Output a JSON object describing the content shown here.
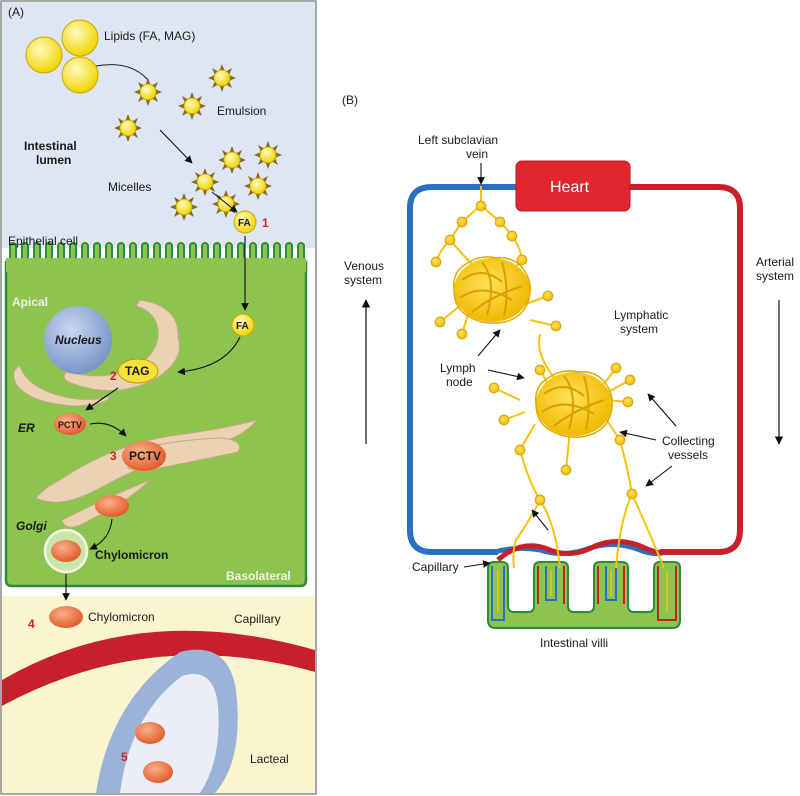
{
  "panel_a": {
    "label": "(A)",
    "lipids": "Lipids (FA, MAG)",
    "emulsion": "Emulsion",
    "lumen_line1": "Intestinal",
    "lumen_line2": "lumen",
    "micelles": "Micelles",
    "fa": "FA",
    "step1": "1",
    "epithelial_cell": "Epithelial cell",
    "apical": "Apical",
    "nucleus": "Nucleus",
    "fa2": "FA",
    "tag": "TAG",
    "step2": "2",
    "er": "ER",
    "pctv_small": "PCTV",
    "pctv_big": "PCTV",
    "step3": "3",
    "golgi": "Golgi",
    "chylomicron_cell": "Chylomicron",
    "basolateral": "Basolateral",
    "step4": "4",
    "chylomicron_out": "Chylomicron",
    "capillary": "Capillary",
    "step5": "5",
    "lacteal": "Lacteal"
  },
  "panel_b": {
    "label": "(B)",
    "left_subclavian_line1": "Left subclavian",
    "left_subclavian_line2": "vein",
    "heart": "Heart",
    "venous_line1": "Venous",
    "venous_line2": "system",
    "arterial_line1": "Arterial",
    "arterial_line2": "system",
    "lymphatic_line1": "Lymphatic",
    "lymphatic_line2": "system",
    "lymph_line1": "Lymph",
    "lymph_line2": "node",
    "collecting_line1": "Collecting",
    "collecting_line2": "vessels",
    "capillary": "Capillary",
    "villi": "Intestinal villi"
  },
  "colors": {
    "lumen_bg": "#dde6f2",
    "cell_green": "#8cc44f",
    "cell_border": "#2e8b3a",
    "er_tan": "#ead2b4",
    "nucleus": "#8fa9d6",
    "artery_red": "#c8202a",
    "vein_blue": "#2a6fc0",
    "lymph_yellow": "#f2c40f",
    "plasma_yellow": "#fbf5cf",
    "lacteal_blue": "#9bb3d8",
    "particle_orange": "#ec6b3a"
  }
}
